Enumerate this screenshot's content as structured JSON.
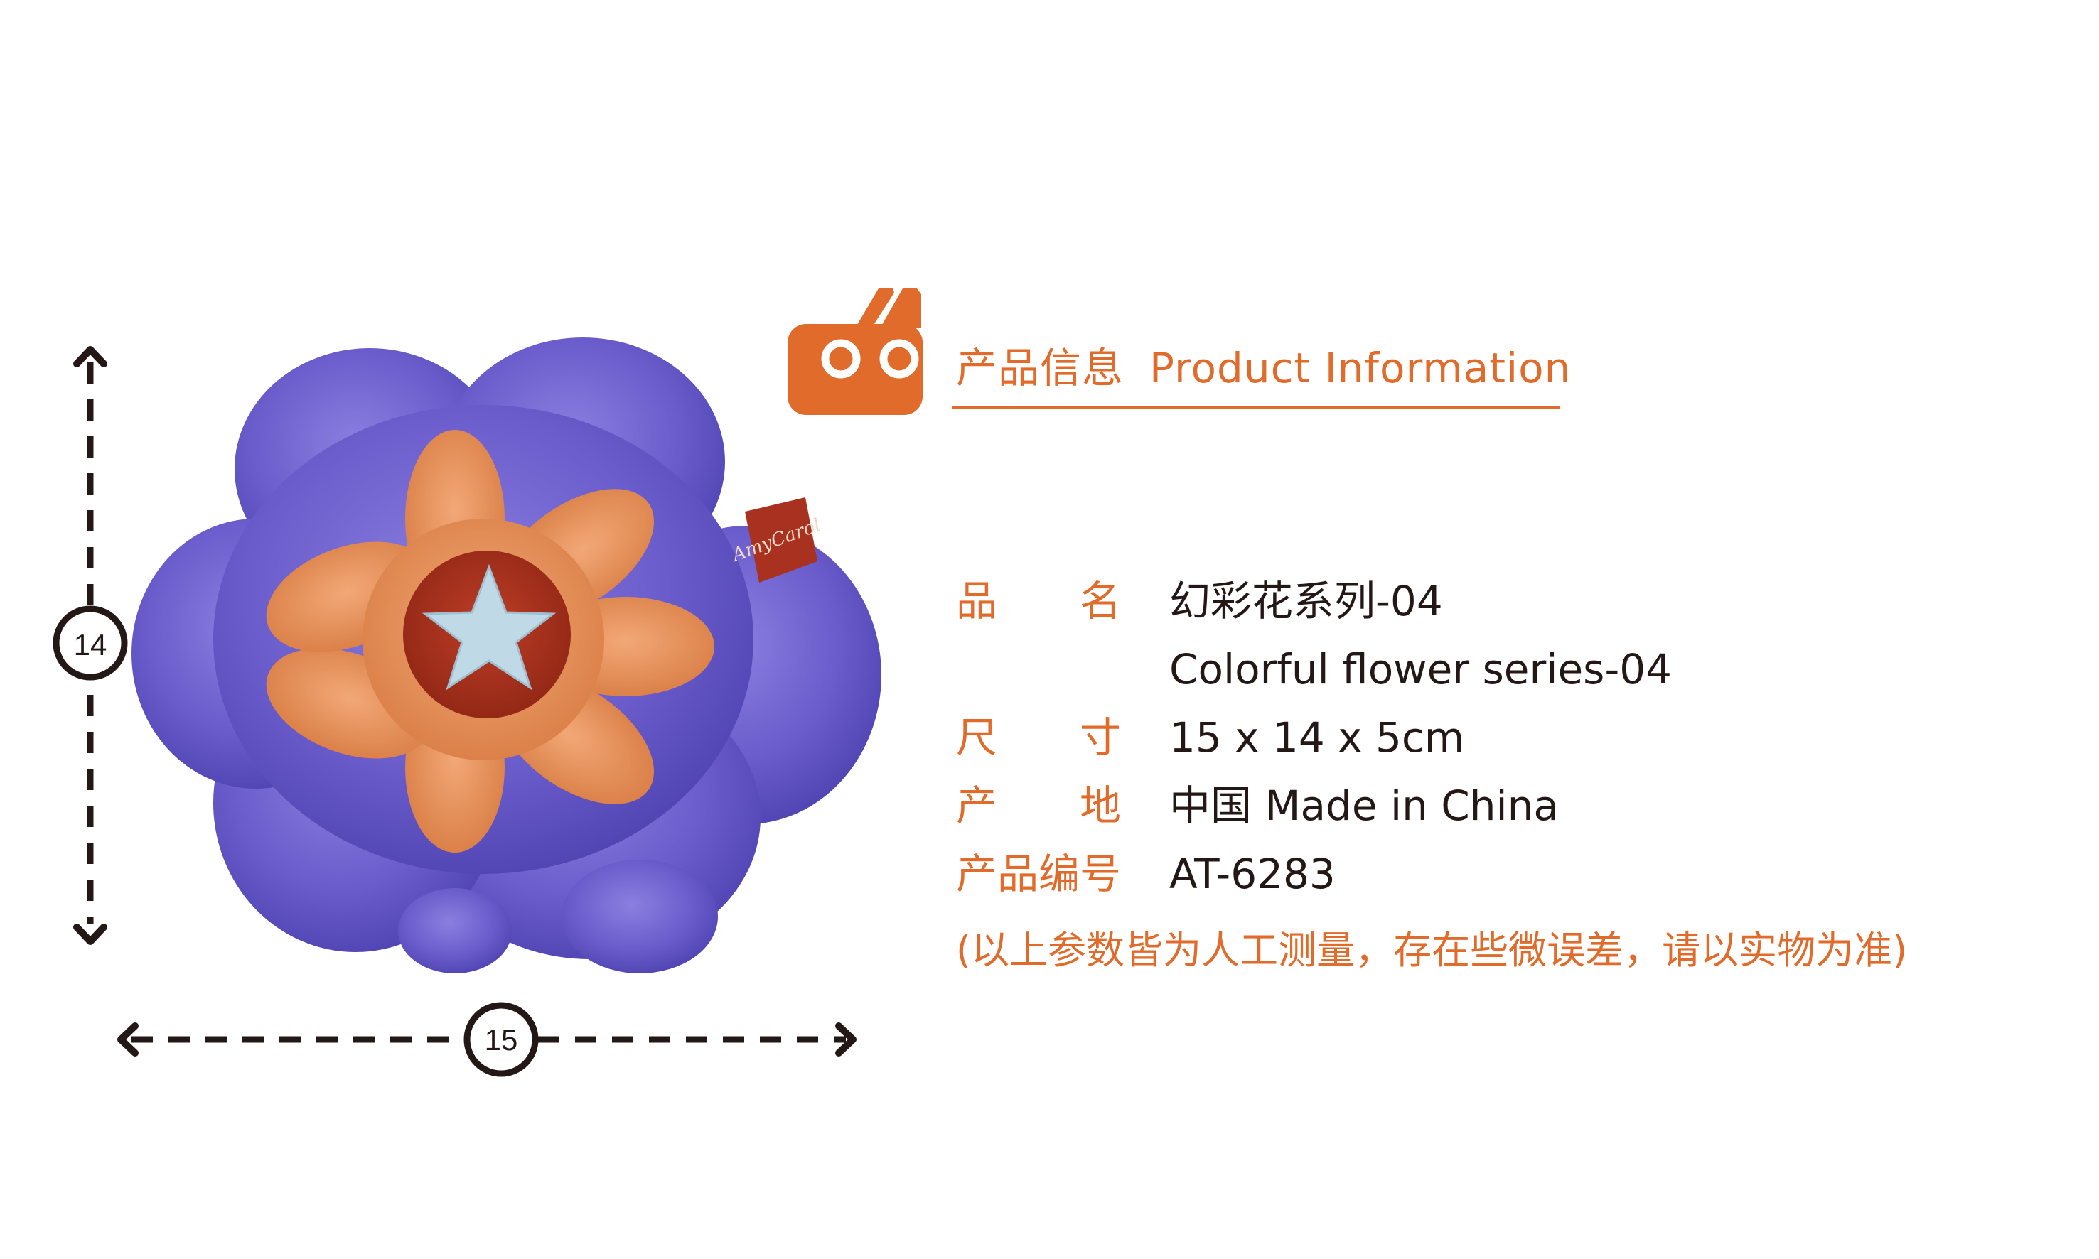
{
  "header": {
    "title_cn": "产品信息",
    "title_en": "Product Information"
  },
  "product": {
    "tag_text": "AmyCarol",
    "dim_height": "14",
    "dim_width": "15"
  },
  "specs": [
    {
      "label": "品　　名",
      "value": "幻彩花系列-04"
    },
    {
      "label": "",
      "value": "Colorful flower series-04"
    },
    {
      "label": "尺　　寸",
      "value": "15 x 14 x 5cm"
    },
    {
      "label": "产　　地",
      "value": "中国 Made in China"
    },
    {
      "label": "产品编号",
      "value": "AT-6283"
    }
  ],
  "note": "(以上参数皆为人工测量，存在些微误差，请以实物为准)",
  "colors": {
    "accent": "#E06B2B",
    "text": "#231815",
    "flower": "#6B5FC9",
    "center": "#E9935B",
    "core": "#A8321F",
    "star": "#BFD9E6"
  }
}
